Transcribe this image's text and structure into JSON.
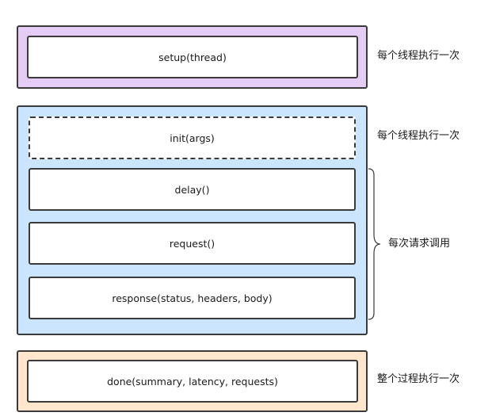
{
  "stages": {
    "setup": {
      "label": "setup(thread)",
      "note": "每个线程执行一次"
    },
    "init": {
      "label": "init(args)",
      "note": "每个线程执行一次"
    },
    "delay": {
      "label": "delay()"
    },
    "request": {
      "label": "request()"
    },
    "response": {
      "label": "response(status, headers, body)"
    },
    "done": {
      "label": "done(summary, latency, requests)",
      "note": "整个过程执行一次"
    }
  },
  "per_request_note": "每次请求调用",
  "colors": {
    "setup_bg": "#e5ccf4",
    "loop_bg": "#cce5ff",
    "done_bg": "#ffe6cc",
    "border": "#3a3a3a"
  }
}
